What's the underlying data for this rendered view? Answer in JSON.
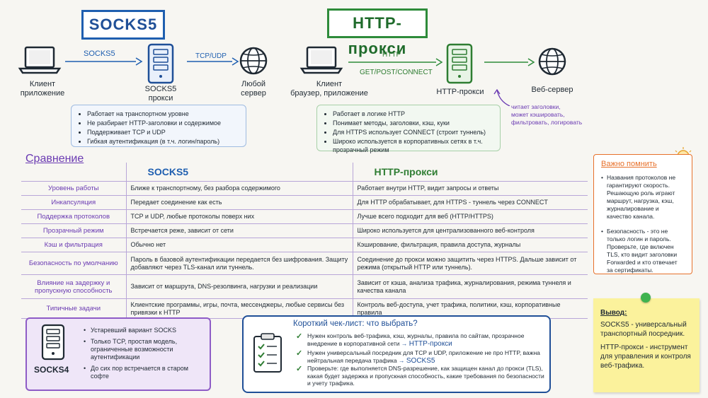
{
  "socks": {
    "title": "SOCKS5",
    "client_label_1": "Клиент",
    "client_label_2": "приложение",
    "arrow1_label": "SOCKS5",
    "proxy_label_1": "SOCKS5",
    "proxy_label_2": "прокси",
    "arrow2_label": "TCP/UDP",
    "server_label_1": "Любой",
    "server_label_2": "сервер",
    "bullets": [
      "Работает на транспортном уровне",
      "Не разбирает HTTP-заголовки и содержимое",
      "Поддерживает TCP и UDP",
      "Гибкая аутентификация (в т.ч. логин/пароль)"
    ]
  },
  "http": {
    "title": "HTTP-прокси",
    "client_label_1": "Клиент",
    "client_label_2": "браузер, приложение",
    "arrow1_label_top": "HTTP",
    "arrow1_label_bottom": "GET/POST/CONNECT",
    "proxy_label": "HTTP-прокси",
    "server_label": "Веб-сервер",
    "side_note": [
      "читает заголовки,",
      "может кэшировать,",
      "фильтровать, логировать"
    ],
    "bullets": [
      "Работает в логике HTTP",
      "Понимает методы, заголовки, кэш, куки",
      "Для HTTPS использует CONNECT (строит туннель)",
      "Широко используется в корпоративных сетях в т.ч. прозрачный режим"
    ]
  },
  "comparison": {
    "title": "Сравнение",
    "col1": "SOCKS5",
    "col2": "HTTP-прокси",
    "rows": [
      {
        "label": "Уровень работы",
        "socks": "Ближе к транспортному, без разбора содержимого",
        "http": "Работает внутри HTTP, видит запросы и ответы"
      },
      {
        "label": "Инкапсуляция",
        "socks": "Передает соединение как есть",
        "http": "Для HTTP обрабатывает, для HTTPS - туннель через CONNECT"
      },
      {
        "label": "Поддержка протоколов",
        "socks": "TCP и UDP, любые протоколы поверх них",
        "http": "Лучше всего подходит для веб (HTTP/HTTPS)"
      },
      {
        "label": "Прозрачный режим",
        "socks": "Встречается реже, зависит от сети",
        "http": "Широко используется для централизованного веб-контроля"
      },
      {
        "label": "Кэш и фильтрация",
        "socks": "Обычно нет",
        "http": "Кэширование, фильтрация, правила доступа, журналы"
      },
      {
        "label": "Безопасность по умолчанию",
        "socks": "Пароль в базовой аутентификации передается без шифрования. Защиту добавляют через TLS-канал или туннель.",
        "http": "Соединение до прокси можно защитить через HTTPS. Дальше зависит от режима (открытый HTTP или туннель)."
      },
      {
        "label": "Влияние на задержку и пропускную способность",
        "socks": "Зависит от маршрута, DNS-резолвинга, нагрузки и реализации",
        "http": "Зависит от кэша, анализа трафика, журналирования, режима туннеля и качества канала"
      },
      {
        "label": "Типичные задачи",
        "socks": "Клиентские программы, игры, почта, мессенджеры, любые сервисы без привязки к HTTP",
        "http": "Контроль веб-доступа, учет трафика, политики, кэш, корпоративные правила"
      }
    ]
  },
  "important": {
    "title": "Важно помнить",
    "items": [
      "Названия протоколов не гарантируют скорость. Решающую роль играют маршрут, нагрузка, кэш, журналирование и качество канала.",
      "Безопасность - это не только логин и пароль. Проверьте, где включен TLS, кто видит заголовки Forwarded и кто отвечает за сертификаты."
    ]
  },
  "conclusion": {
    "title": "Вывод:",
    "p1": "SOCKS5 - универсальный транспортный посредник.",
    "p2": "HTTP-прокси - инструмент для управления и контроля веб-трафика."
  },
  "socks4": {
    "label": "SOCKS4",
    "bullets": [
      "Устаревший вариант SOCKS",
      "Только TCP, простая модель, ограниченные возможности аутентификации",
      "До сих пор встречается в старом софте"
    ]
  },
  "checklist": {
    "title": "Короткий чек-лист: что выбрать?",
    "items": [
      {
        "text": "Нужен контроль веб-трафика, кэш, журналы, правила по сайтам, прозрачное внедрение в корпоративной сети",
        "result": "HTTP-прокси"
      },
      {
        "text": "Нужен универсальный посредник для TCP и UDP, приложение не про HTTP, важна нейтральная передача трафика",
        "result": "SOCKS5"
      },
      {
        "text": "Проверьте: где выполняется DNS-разрешение, как защищен канал до прокси (TLS), какая будет задержка и пропускная способность, какие требования по безопасности и учету трафика.",
        "result": ""
      }
    ]
  },
  "colors": {
    "socks_blue": "#1f5fb0",
    "http_green": "#2e8b3a",
    "purple": "#6a3ab2",
    "orange": "#e7712b",
    "sticky_yellow": "#fbf29c"
  }
}
